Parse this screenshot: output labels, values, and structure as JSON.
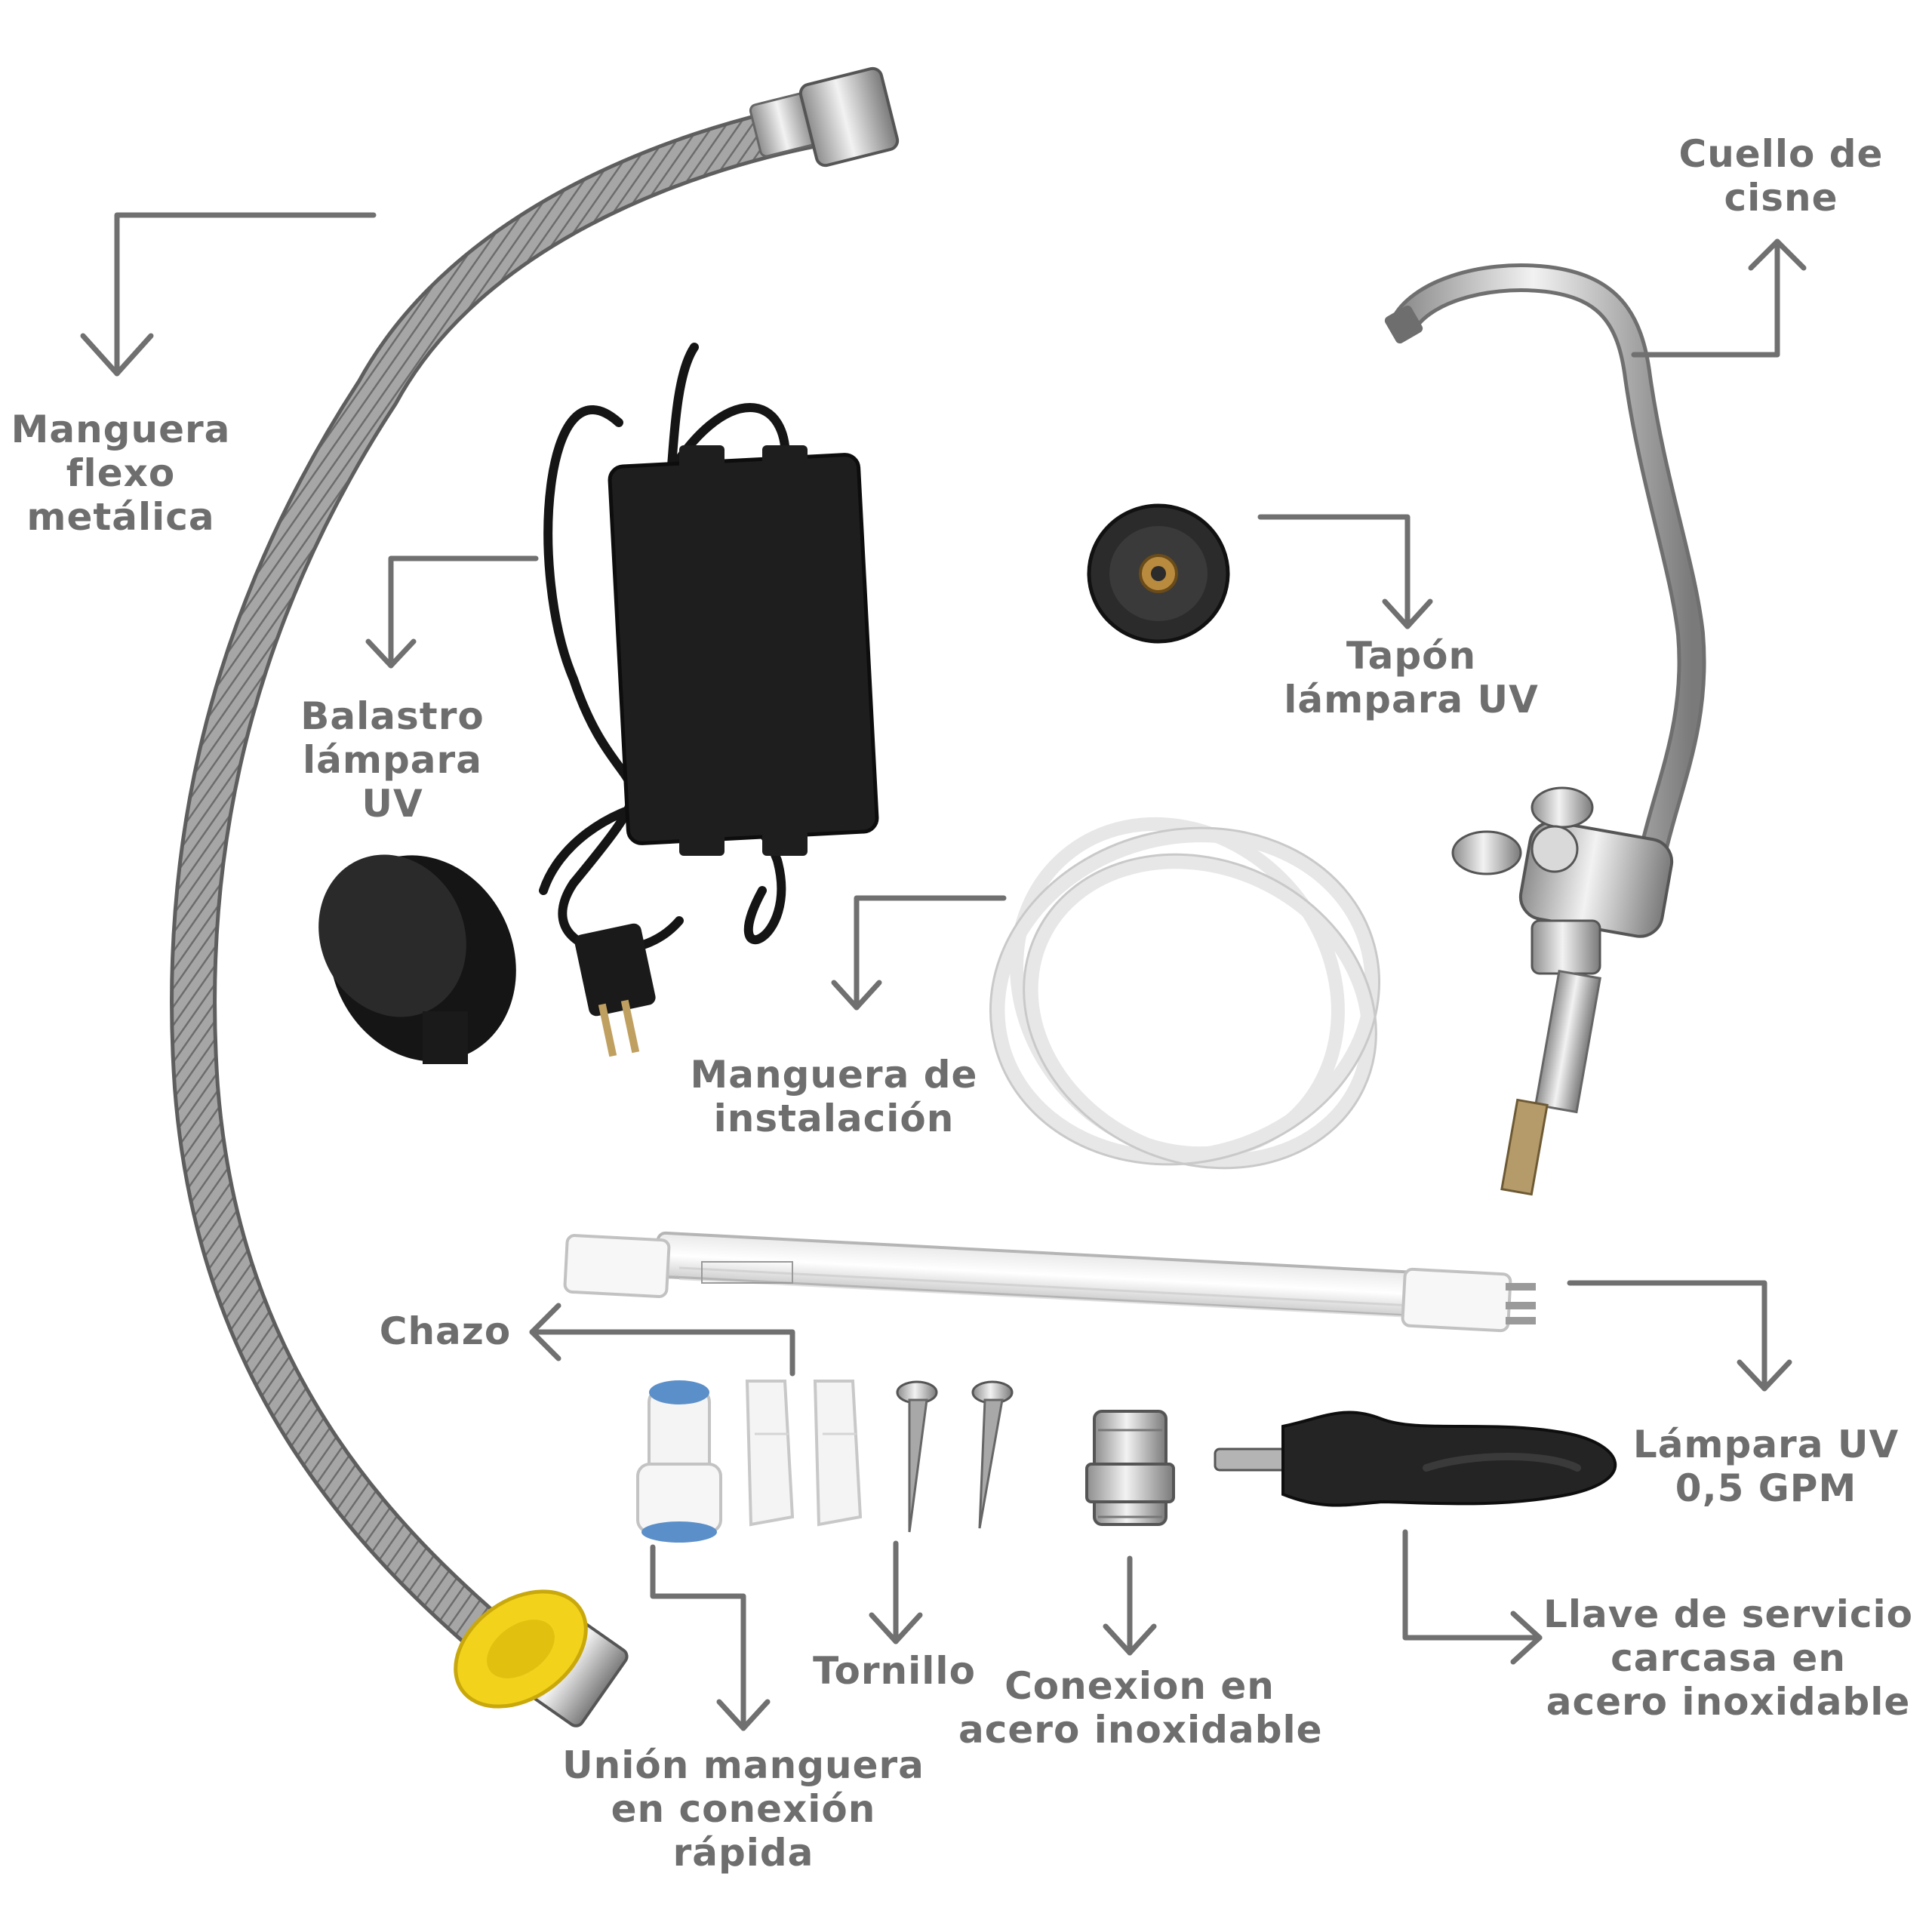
{
  "colors": {
    "label_text": "#6e6e6e",
    "arrow": "#707070",
    "hose_metal": "#9a9a9a",
    "ballast_black": "#1c1c1c",
    "chrome": "#c9c9c9",
    "yellow_cap": "#f2d21b",
    "white_parts": "#f4f4f4"
  },
  "labels": {
    "manguera_flexo": [
      "Manguera",
      "flexo",
      "metálica"
    ],
    "balastro": [
      "Balastro",
      "lámpara",
      "UV"
    ],
    "tapon": [
      "Tapón",
      "lámpara UV"
    ],
    "cuello": [
      "Cuello de",
      "cisne"
    ],
    "manguera_instalacion": [
      "Manguera de",
      "instalación"
    ],
    "chazo": [
      "Chazo"
    ],
    "lampara": [
      "Lámpara UV",
      "0,5 GPM"
    ],
    "tornillo": [
      "Tornillo"
    ],
    "conexion": [
      "Conexion en",
      "acero inoxidable"
    ],
    "llave": [
      "Llave de servicio",
      "carcasa en",
      "acero inoxidable"
    ],
    "union": [
      "Unión manguera",
      "en conexión",
      "rápida"
    ]
  },
  "icons": [
    "braided-hose-icon",
    "ballast-icon",
    "cap-icon",
    "gooseneck-faucet-icon",
    "tubing-coil-icon",
    "uv-lamp-icon",
    "quick-connector-icon",
    "wall-anchor-icon",
    "screw-icon",
    "stainless-nipple-icon",
    "service-wrench-icon"
  ]
}
